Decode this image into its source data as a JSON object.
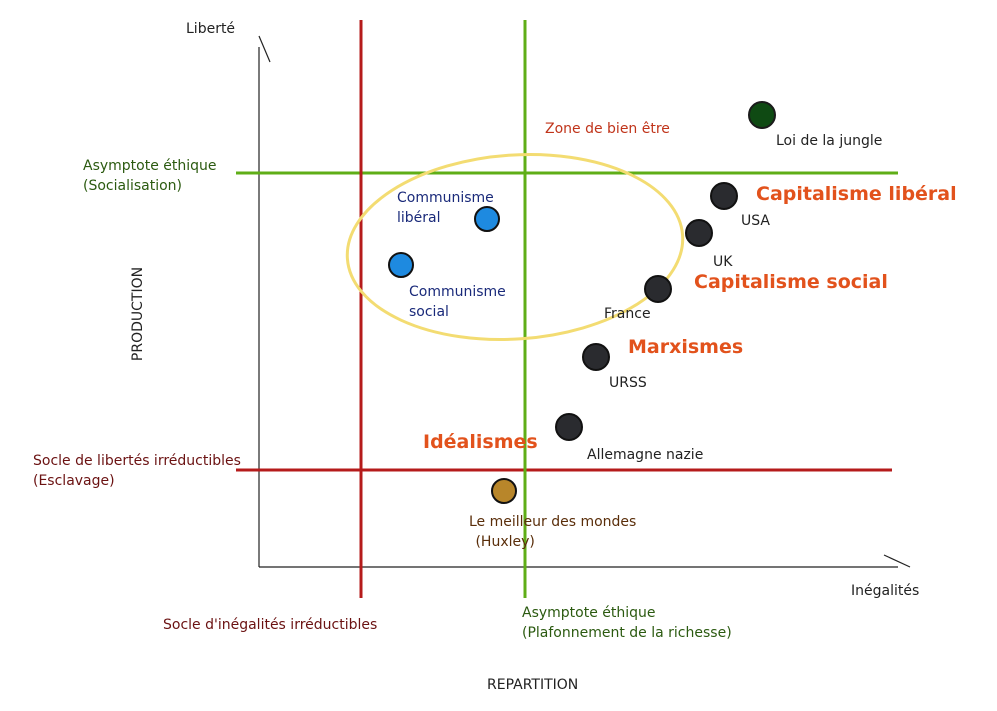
{
  "axes": {
    "y_top": "Liberté",
    "y_title": "PRODUCTION",
    "x_right": "Inégalités",
    "x_title": "REPARTITION"
  },
  "lines": {
    "h_top": {
      "line1": "Asymptote éthique",
      "line2": "(Socialisation)",
      "color": "#5fae17"
    },
    "h_bottom": {
      "line1": "Socle de libertés irréductibles",
      "line2": "(Esclavage)",
      "color": "#b51b1b"
    },
    "v_left": {
      "label": "Socle d'inégalités irréductibles",
      "color": "#b51b1b"
    },
    "v_right": {
      "line1": "Asymptote éthique",
      "line2": "(Plafonnement de la richesse)",
      "color": "#5fae17"
    }
  },
  "zone": {
    "label": "Zone de bien être",
    "color": "#f3dc72"
  },
  "points": [
    {
      "id": "loi-jungle",
      "label": "Loi de la jungle",
      "color": "#0f4a13"
    },
    {
      "id": "usa",
      "label": "USA",
      "color": "#2a2b2f"
    },
    {
      "id": "uk",
      "label": "UK",
      "color": "#2a2b2f"
    },
    {
      "id": "france",
      "label": "France",
      "color": "#2a2b2f"
    },
    {
      "id": "urss",
      "label": "URSS",
      "color": "#2a2b2f"
    },
    {
      "id": "allemagne",
      "label": "Allemagne nazie",
      "color": "#2a2b2f"
    },
    {
      "id": "meilleur",
      "label1": "Le meilleur des mondes",
      "label2": " (Huxley)",
      "color": "#b8862a"
    },
    {
      "id": "communisme-liberal",
      "label1": "Communisme",
      "label2": "libéral",
      "color": "#1e8ae0"
    },
    {
      "id": "communisme-social",
      "label1": "Communisme",
      "label2": "social",
      "color": "#1e8ae0"
    }
  ],
  "categories": {
    "capitalisme_liberal": "Capitalisme libéral",
    "capitalisme_social": "Capitalisme social",
    "marxismes": "Marxismes",
    "idealismes": "Idéalismes",
    "color": "#e2521c"
  }
}
